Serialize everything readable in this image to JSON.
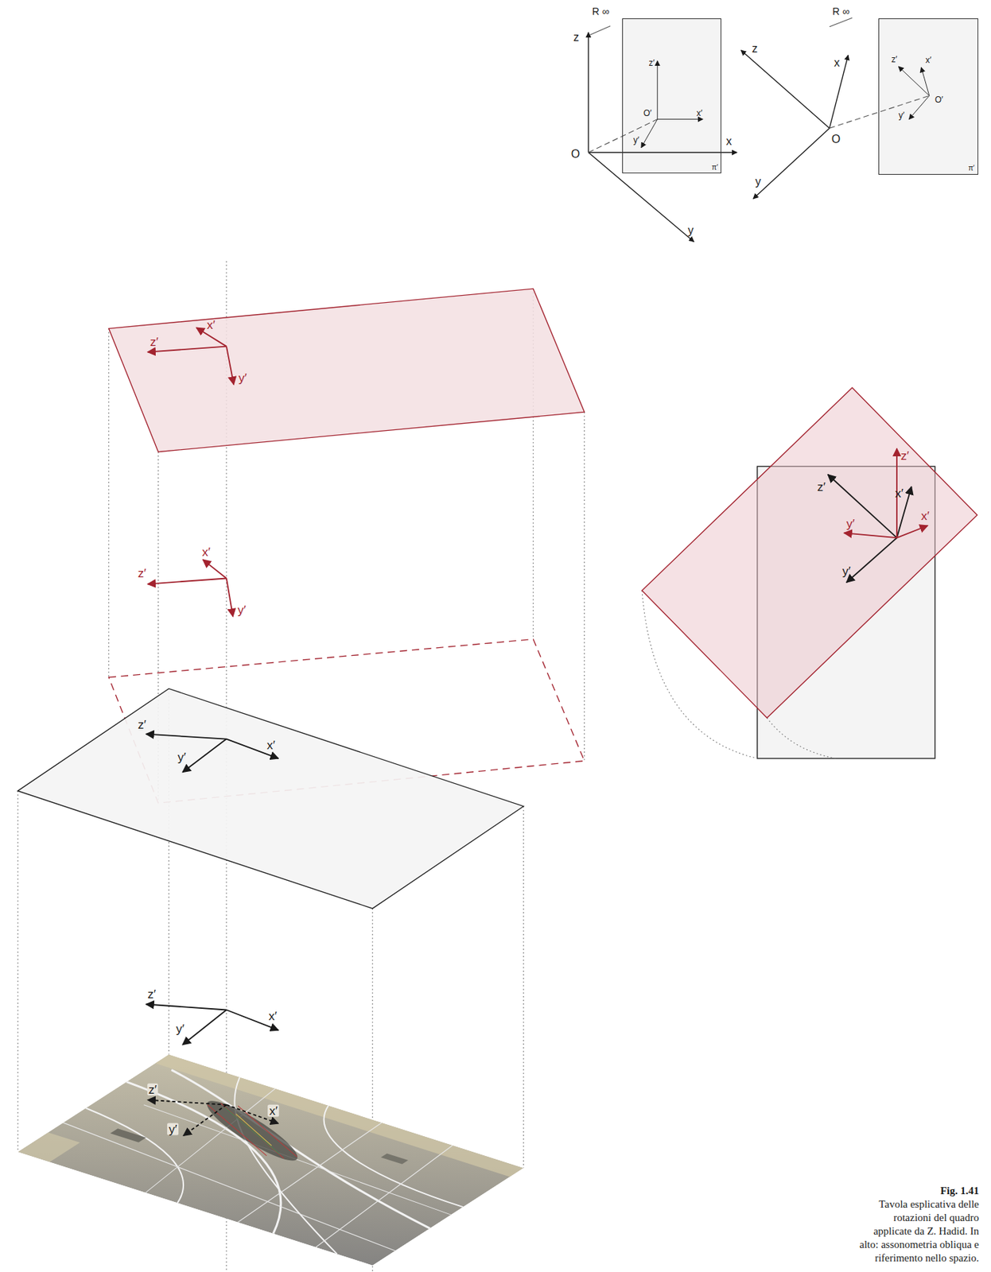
{
  "diagram": {
    "title": "Fig. 1.41",
    "caption": "Tavola esplicativa delle rotazioni del quadro applicate da Z. Hadid. In alto: assonometria obliqua e riferimento nello spazio.",
    "nodes": [
      {
        "text": [
          "z′",
          "O′",
          "x′",
          "y′",
          "π′"
        ]
      },
      {
        "text": [
          "z′",
          "x′",
          "O′",
          "y′",
          "π′"
        ]
      }
    ],
    "labels": [
      "R ∞",
      "z",
      "O",
      "x",
      "y",
      "R ∞",
      "z",
      "x",
      "O",
      "y",
      "x′",
      "z′",
      "y′",
      "x′",
      "z′",
      "y′",
      "z′",
      "y′",
      "x′",
      "z′",
      "y′",
      "x′",
      "z′",
      "y′",
      "x′",
      "z′",
      "z′",
      "x′",
      "y′",
      "x′",
      "y′"
    ]
  }
}
